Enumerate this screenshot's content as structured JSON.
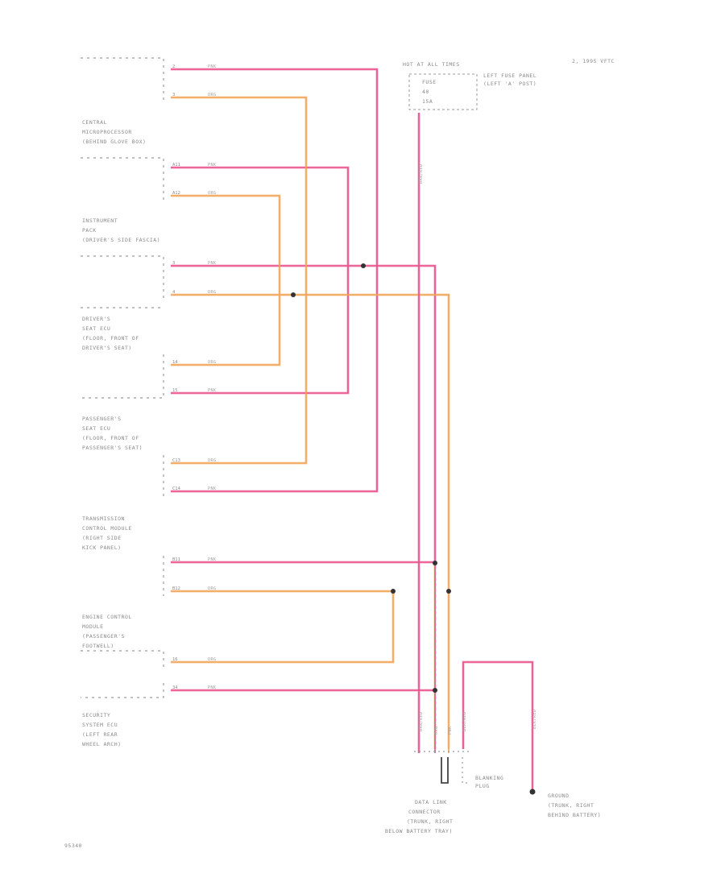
{
  "header": {
    "note": "2, 1995 VFTC"
  },
  "fuse": {
    "title": "HOT AT ALL TIMES",
    "lines": [
      "FUSE",
      "40",
      "15A"
    ],
    "location": [
      "LEFT FUSE PANEL",
      "(LEFT 'A' POST)"
    ]
  },
  "components": {
    "central": [
      "CENTRAL",
      "MICROPROCESSOR",
      "(BEHIND GLOVE BOX)"
    ],
    "instrument": [
      "INSTRUMENT",
      "PACK",
      "(DRIVER'S SIDE FASCIA)"
    ],
    "drivers_seat": [
      "DRIVER'S",
      "SEAT ECU",
      "(FLOOR, FRONT OF",
      "DRIVER'S SEAT)"
    ],
    "pass_seat": [
      "PASSENGER'S",
      "SEAT ECU",
      "(FLOOR, FRONT OF",
      "PASSENGER'S SEAT)"
    ],
    "transmission": [
      "TRANSMISSION",
      "CONTROL MODULE",
      "(RIGHT SIDE",
      "KICK PANEL)"
    ],
    "engine": [
      "ENGINE CONTROL",
      "MODULE",
      "(PASSENGER'S",
      "FOOTWELL)"
    ],
    "security": [
      "SECURITY",
      "SYSTEM ECU",
      "(LEFT REAR",
      "WHEEL ARCH)"
    ],
    "data_link": [
      "DATA LINK",
      "CONNECTOR",
      "(TRUNK, RIGHT",
      "BELOW BATTERY TRAY)"
    ],
    "blanking": [
      "BLANKING",
      "PLUG"
    ],
    "ground": [
      "GROUND",
      "(TRUNK, RIGHT",
      "BEHIND BATTERY)"
    ]
  },
  "pins": {
    "top_pink": "2",
    "top_orange": "3",
    "central_pink": "A11",
    "central_orange": "A12",
    "instrument_pink": "3",
    "instrument_orange": "4",
    "drivers_orange": "14",
    "drivers_pink": "15",
    "pass_orange": "C13",
    "pass_pink": "C14",
    "trans_pink": "B11",
    "trans_orange": "B12",
    "engine_orange": "16",
    "security_pink": "34"
  },
  "wires": {
    "pink": "PNK",
    "orange": "ORG",
    "brn_red": "BRN/RED",
    "org_lbl": "ORG",
    "pnk_lbl": "PNK",
    "blk_red": "BLK/RED"
  },
  "footer": {
    "code": "95340"
  },
  "colors": {
    "pink": "#ea4f8c",
    "orange": "#f3a35a",
    "grey": "#8d8d8d",
    "label": "#8a8a8a"
  }
}
